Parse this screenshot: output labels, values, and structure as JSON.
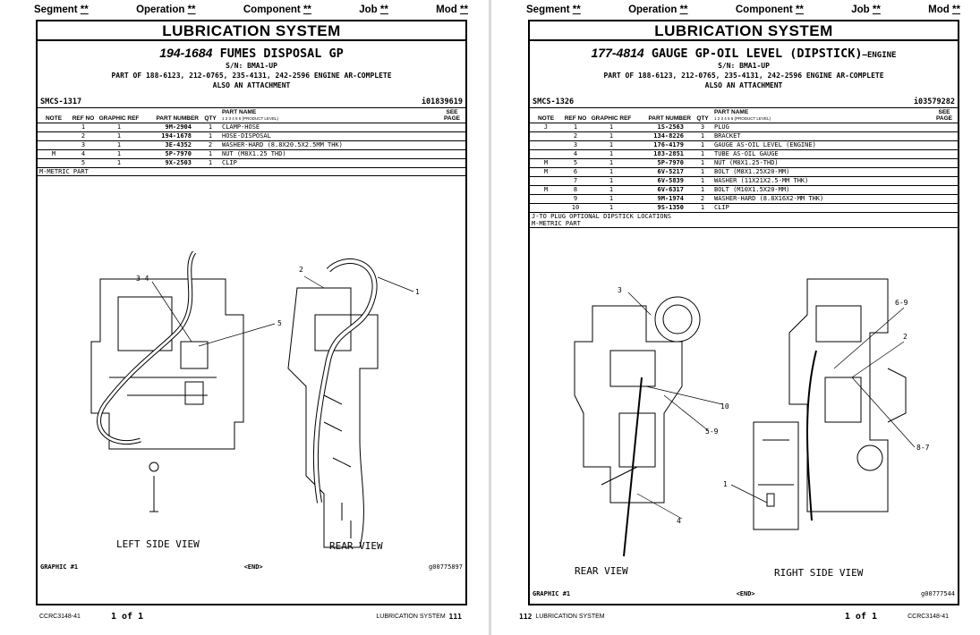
{
  "topbar": {
    "segment": "Segment",
    "operation": "Operation",
    "component": "Component",
    "job": "Job",
    "mod": "Mod",
    "value": "**"
  },
  "left": {
    "system": "LUBRICATION SYSTEM",
    "group_no": "194-1684",
    "group_name": "FUMES DISPOSAL GP",
    "group_suffix": "",
    "sn": "S/N: BMA1-UP",
    "part_of": "PART OF 188-6123, 212-0765, 235-4131, 242-2596 ENGINE AR-COMPLETE",
    "also": "ALSO AN ATTACHMENT",
    "smcs": "SMCS-1317",
    "illus_id": "i01839619",
    "headers": {
      "note": "NOTE",
      "ref": "REF NO",
      "graphic": "GRAPHIC REF",
      "part_number": "PART NUMBER",
      "qty": "QTY",
      "part_name": "PART NAME",
      "product_level": "1 2 3 4 5 6 (PRODUCT LEVEL)",
      "see_page": "SEE PAGE"
    },
    "rows": [
      {
        "note": "",
        "ref": "1",
        "graphic": "1",
        "pn": "9M-2904",
        "qty": "1",
        "name": "CLAMP-HOSE"
      },
      {
        "note": "",
        "ref": "2",
        "graphic": "1",
        "pn": "194-1678",
        "qty": "1",
        "name": "HOSE-DISPOSAL"
      },
      {
        "note": "",
        "ref": "3",
        "graphic": "1",
        "pn": "3E-4352",
        "qty": "2",
        "name": "WASHER-HARD (8.8X20.5X2.5MM THK)"
      },
      {
        "note": "M",
        "ref": "4",
        "graphic": "1",
        "pn": "5P-7970",
        "qty": "1",
        "name": "NUT (M8X1.25 THD)"
      },
      {
        "note": "",
        "ref": "5",
        "graphic": "1",
        "pn": "9X-2503",
        "qty": "1",
        "name": "CLIP"
      }
    ],
    "notes": [
      "M-METRIC PART"
    ],
    "views": [
      "LEFT SIDE VIEW",
      "REAR VIEW"
    ],
    "callouts": [
      "3-4",
      "2",
      "1",
      "5"
    ],
    "graphic": "GRAPHIC #1",
    "end": "<END>",
    "graphic_id": "g00775897",
    "footer": {
      "doc": "CCRC3148-41",
      "pages": "1 of 1",
      "section": "LUBRICATION SYSTEM",
      "page": "111"
    }
  },
  "right": {
    "system": "LUBRICATION SYSTEM",
    "group_no": "177-4814",
    "group_name": "GAUGE GP-OIL LEVEL (DIPSTICK)",
    "group_suffix": "—ENGINE",
    "sn": "S/N: BMA1-UP",
    "part_of": "PART OF 188-6123, 212-0765, 235-4131, 242-2596 ENGINE AR-COMPLETE",
    "also": "ALSO AN ATTACHMENT",
    "smcs": "SMCS-1326",
    "illus_id": "i03579282",
    "headers": {
      "note": "NOTE",
      "ref": "REF NO",
      "graphic": "GRAPHIC REF",
      "part_number": "PART NUMBER",
      "qty": "QTY",
      "part_name": "PART NAME",
      "product_level": "1 2 3 4 5 6 (PRODUCT LEVEL)",
      "see_page": "SEE PAGE"
    },
    "rows": [
      {
        "note": "J",
        "ref": "1",
        "graphic": "1",
        "pn": "1S-2563",
        "qty": "3",
        "name": "PLUG"
      },
      {
        "note": "",
        "ref": "2",
        "graphic": "1",
        "pn": "134-8226",
        "qty": "1",
        "name": "BRACKET"
      },
      {
        "note": "",
        "ref": "3",
        "graphic": "1",
        "pn": "176-4179",
        "qty": "1",
        "name": "GAUGE AS-OIL LEVEL (ENGINE)"
      },
      {
        "note": "",
        "ref": "4",
        "graphic": "1",
        "pn": "183-2851",
        "qty": "1",
        "name": "TUBE AS-OIL GAUGE"
      },
      {
        "note": "M",
        "ref": "5",
        "graphic": "1",
        "pn": "5P-7970",
        "qty": "1",
        "name": "NUT (M8X1.25-THD)"
      },
      {
        "note": "M",
        "ref": "6",
        "graphic": "1",
        "pn": "6V-5217",
        "qty": "1",
        "name": "BOLT (M8X1.25X20-MM)"
      },
      {
        "note": "",
        "ref": "7",
        "graphic": "1",
        "pn": "6V-5839",
        "qty": "1",
        "name": "WASHER (11X21X2.5-MM THK)"
      },
      {
        "note": "M",
        "ref": "8",
        "graphic": "1",
        "pn": "6V-6317",
        "qty": "1",
        "name": "BOLT (M10X1.5X20-MM)"
      },
      {
        "note": "",
        "ref": "9",
        "graphic": "1",
        "pn": "9M-1974",
        "qty": "2",
        "name": "WASHER-HARD (8.8X16X2-MM THK)"
      },
      {
        "note": "",
        "ref": "10",
        "graphic": "1",
        "pn": "9S-1350",
        "qty": "1",
        "name": "CLIP"
      }
    ],
    "notes": [
      "J-TO PLUG OPTIONAL DIPSTICK LOCATIONS",
      "M-METRIC PART"
    ],
    "views": [
      "REAR VIEW",
      "RIGHT SIDE VIEW"
    ],
    "callouts": [
      "3",
      "6-9",
      "2",
      "10",
      "5-9",
      "8-7",
      "1",
      "4"
    ],
    "graphic": "GRAPHIC #1",
    "end": "<END>",
    "graphic_id": "g00777544",
    "footer": {
      "doc": "CCRC3148-41",
      "pages": "1 of 1",
      "section": "LUBRICATION SYSTEM",
      "page": "112"
    }
  }
}
